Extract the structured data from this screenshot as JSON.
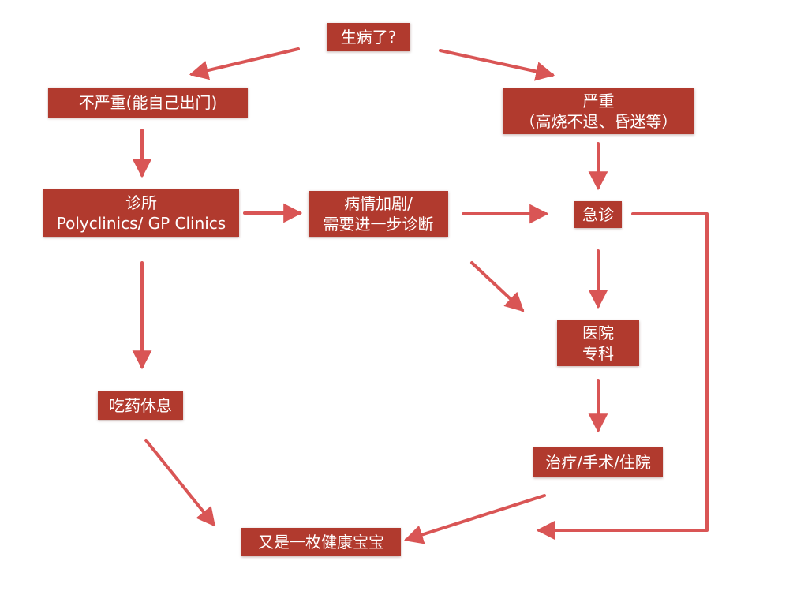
{
  "colors": {
    "node_fill": "#b13a2e",
    "node_text": "#ffffff",
    "arrow": "#d95555",
    "background": "#ffffff"
  },
  "nodes": {
    "sick": {
      "line1": "生病了?"
    },
    "not_serious": {
      "line1": "不严重(能自己出门)"
    },
    "serious": {
      "line1": "严重",
      "line2": "（高烧不退、昏迷等）"
    },
    "clinic": {
      "line1": "诊所",
      "line2": "Polyclinics/ GP Clinics"
    },
    "worsen": {
      "line1": "病情加剧/",
      "line2": "需要进一步诊断"
    },
    "emergency": {
      "line1": "急诊"
    },
    "hospital": {
      "line1": "医院",
      "line2": "专科"
    },
    "medicine_rest": {
      "line1": "吃药休息"
    },
    "treatment": {
      "line1": "治疗/手术/住院"
    },
    "healthy": {
      "line1": "又是一枚健康宝宝"
    }
  }
}
